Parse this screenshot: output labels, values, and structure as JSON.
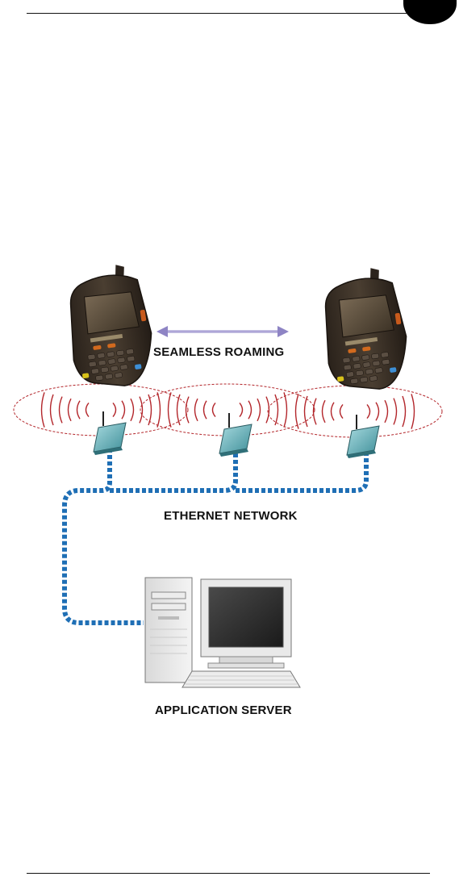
{
  "labels": {
    "roaming": "SEAMLESS ROAMING",
    "ethernet": "ETHERNET NETWORK",
    "server": "APPLICATION SERVER"
  },
  "icons": {
    "handheld": "handheld-terminal-icon",
    "access_point": "wireless-access-point-icon",
    "computer": "desktop-computer-icon"
  },
  "colors": {
    "network_cable": "#1f6fb5",
    "radio_waves": "#b3262b",
    "roaming_arrow": "#8e84c4",
    "access_point": "#6fb7bf",
    "terminal_body": "#3a2f26"
  }
}
